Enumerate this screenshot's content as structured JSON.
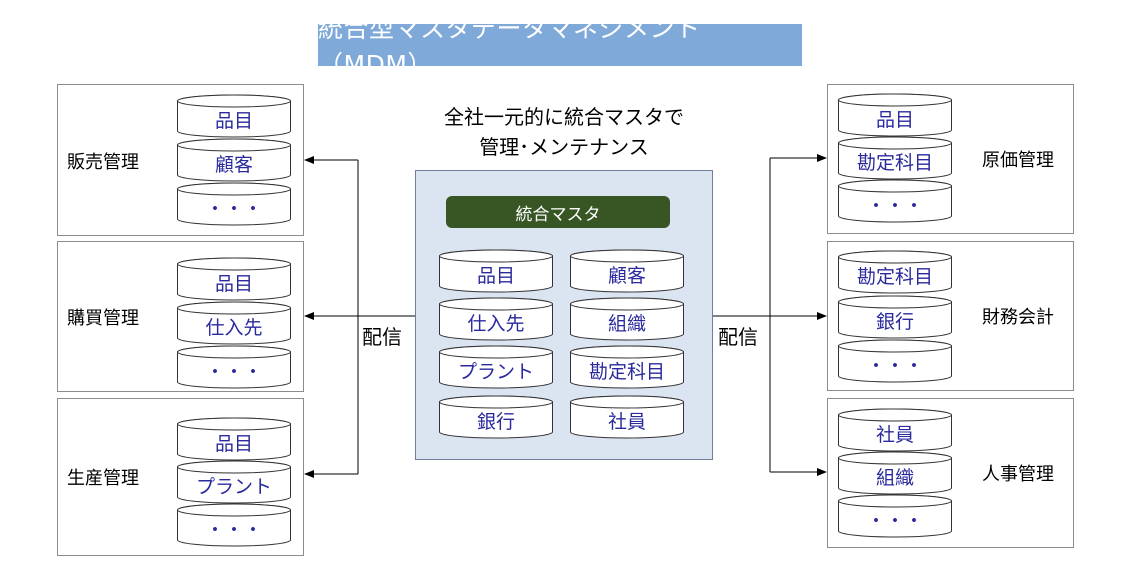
{
  "title": "統合型マスタデータマネジメント（MDM）",
  "caption": {
    "line1": "全社一元的に統合マスタで",
    "line2": "管理･メンテナンス"
  },
  "distribute_label": "配信",
  "center": {
    "header": "統合マスタ",
    "items": [
      "品目",
      "顧客",
      "仕入先",
      "組織",
      "プラント",
      "勘定科目",
      "銀行",
      "社員"
    ]
  },
  "left_panels": [
    {
      "label": "販売管理",
      "items": [
        "品目",
        "顧客",
        "・・・"
      ]
    },
    {
      "label": "購買管理",
      "items": [
        "品目",
        "仕入先",
        "・・・"
      ]
    },
    {
      "label": "生産管理",
      "items": [
        "品目",
        "プラント",
        "・・・"
      ]
    }
  ],
  "right_panels": [
    {
      "label": "原価管理",
      "items": [
        "品目",
        "勘定科目",
        "・・・"
      ]
    },
    {
      "label": "財務会計",
      "items": [
        "勘定科目",
        "銀行",
        "・・・"
      ]
    },
    {
      "label": "人事管理",
      "items": [
        "社員",
        "組織",
        "・・・"
      ]
    }
  ],
  "colors": {
    "title_bg": "#7fa9d9",
    "center_bg": "#dbe4f1",
    "header_bg": "#375623",
    "item_text": "#2a2a9c"
  }
}
